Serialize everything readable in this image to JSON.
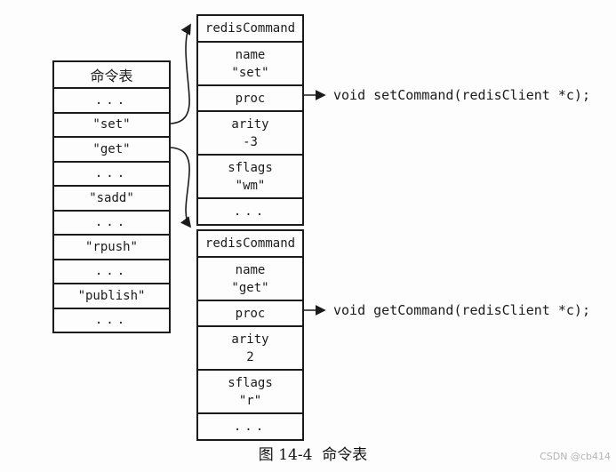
{
  "diagram": {
    "command_table": {
      "title": "命令表",
      "rows": [
        "...",
        "\"set\"",
        "\"get\"",
        "...",
        "\"sadd\"",
        "...",
        "\"rpush\"",
        "...",
        "\"publish\"",
        "..."
      ]
    },
    "structs": [
      {
        "header": "redisCommand",
        "fields": [
          {
            "label": "name",
            "value": "\"set\""
          },
          {
            "label": "proc",
            "value": ""
          },
          {
            "label": "arity",
            "value": "-3"
          },
          {
            "label": "sflags",
            "value": "\"wm\""
          },
          {
            "label": "...",
            "value": ""
          }
        ],
        "proc_target": "void setCommand(redisClient *c);"
      },
      {
        "header": "redisCommand",
        "fields": [
          {
            "label": "name",
            "value": "\"get\""
          },
          {
            "label": "proc",
            "value": ""
          },
          {
            "label": "arity",
            "value": "2"
          },
          {
            "label": "sflags",
            "value": "\"r\""
          },
          {
            "label": "...",
            "value": ""
          }
        ],
        "proc_target": "void getCommand(redisClient *c);"
      }
    ],
    "caption": "图 14-4  命令表",
    "watermark": "CSDN @cb414",
    "colors": {
      "line": "#1b1b1b",
      "watermark": "#b5b5b5"
    }
  }
}
